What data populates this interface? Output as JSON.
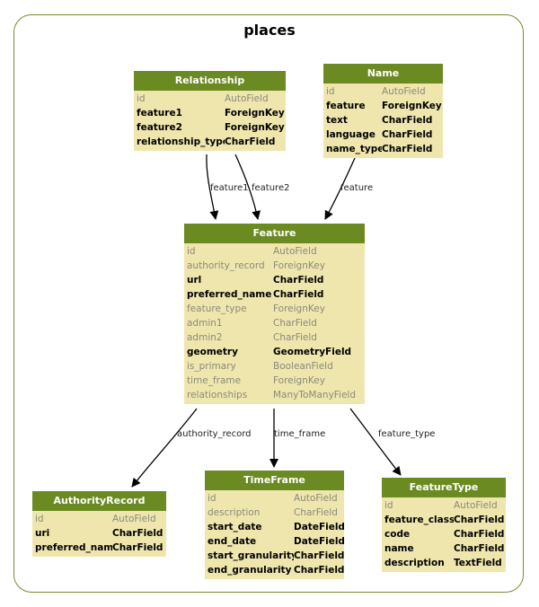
{
  "cluster": {
    "title": "places"
  },
  "colors": {
    "border": "#7a8b2e",
    "header": "#6b8a22",
    "body": "#efe6ae",
    "inherited_text": "#8a8a7a"
  },
  "models": {
    "relationship": {
      "name": "Relationship",
      "fields": [
        {
          "name": "id",
          "type": "AutoField",
          "inherited": true
        },
        {
          "name": "feature1",
          "type": "ForeignKey",
          "inherited": false
        },
        {
          "name": "feature2",
          "type": "ForeignKey",
          "inherited": false
        },
        {
          "name": "relationship_type",
          "type": "CharField",
          "inherited": false
        }
      ]
    },
    "name": {
      "name": "Name",
      "fields": [
        {
          "name": "id",
          "type": "AutoField",
          "inherited": true
        },
        {
          "name": "feature",
          "type": "ForeignKey",
          "inherited": false
        },
        {
          "name": "text",
          "type": "CharField",
          "inherited": false
        },
        {
          "name": "language",
          "type": "CharField",
          "inherited": false
        },
        {
          "name": "name_type",
          "type": "CharField",
          "inherited": false
        }
      ]
    },
    "feature": {
      "name": "Feature",
      "fields": [
        {
          "name": "id",
          "type": "AutoField",
          "inherited": true
        },
        {
          "name": "authority_record",
          "type": "ForeignKey",
          "inherited": true
        },
        {
          "name": "url",
          "type": "CharField",
          "inherited": false
        },
        {
          "name": "preferred_name",
          "type": "CharField",
          "inherited": false
        },
        {
          "name": "feature_type",
          "type": "ForeignKey",
          "inherited": true
        },
        {
          "name": "admin1",
          "type": "CharField",
          "inherited": true
        },
        {
          "name": "admin2",
          "type": "CharField",
          "inherited": true
        },
        {
          "name": "geometry",
          "type": "GeometryField",
          "inherited": false
        },
        {
          "name": "is_primary",
          "type": "BooleanField",
          "inherited": true
        },
        {
          "name": "time_frame",
          "type": "ForeignKey",
          "inherited": true
        },
        {
          "name": "relationships",
          "type": "ManyToManyField",
          "inherited": true
        }
      ]
    },
    "authority_record": {
      "name": "AuthorityRecord",
      "fields": [
        {
          "name": "id",
          "type": "AutoField",
          "inherited": true
        },
        {
          "name": "uri",
          "type": "CharField",
          "inherited": false
        },
        {
          "name": "preferred_name",
          "type": "CharField",
          "inherited": false
        }
      ]
    },
    "time_frame": {
      "name": "TimeFrame",
      "fields": [
        {
          "name": "id",
          "type": "AutoField",
          "inherited": true
        },
        {
          "name": "description",
          "type": "CharField",
          "inherited": true
        },
        {
          "name": "start_date",
          "type": "DateField",
          "inherited": false
        },
        {
          "name": "end_date",
          "type": "DateField",
          "inherited": false
        },
        {
          "name": "start_granularity",
          "type": "CharField",
          "inherited": false
        },
        {
          "name": "end_granularity",
          "type": "CharField",
          "inherited": false
        }
      ]
    },
    "feature_type": {
      "name": "FeatureType",
      "fields": [
        {
          "name": "id",
          "type": "AutoField",
          "inherited": true
        },
        {
          "name": "feature_class",
          "type": "CharField",
          "inherited": false
        },
        {
          "name": "code",
          "type": "CharField",
          "inherited": false
        },
        {
          "name": "name",
          "type": "CharField",
          "inherited": false
        },
        {
          "name": "description",
          "type": "TextField",
          "inherited": false
        }
      ]
    }
  },
  "edges": [
    {
      "from": "relationship",
      "to": "feature",
      "label": "feature1"
    },
    {
      "from": "relationship",
      "to": "feature",
      "label": "feature2"
    },
    {
      "from": "name",
      "to": "feature",
      "label": "feature"
    },
    {
      "from": "feature",
      "to": "authority_record",
      "label": "authority_record"
    },
    {
      "from": "feature",
      "to": "time_frame",
      "label": "time_frame"
    },
    {
      "from": "feature",
      "to": "feature_type",
      "label": "feature_type"
    }
  ]
}
